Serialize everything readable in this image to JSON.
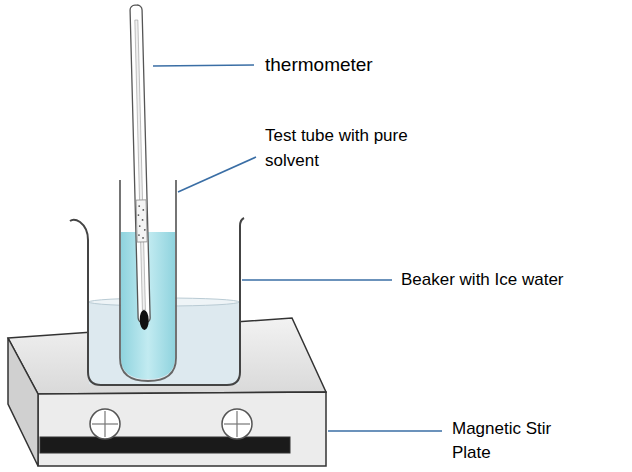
{
  "diagram": {
    "labels": [
      "thermometer",
      "Test tube with pure solvent",
      "Beaker with Ice water",
      "Magnetic Stir Plate"
    ]
  }
}
